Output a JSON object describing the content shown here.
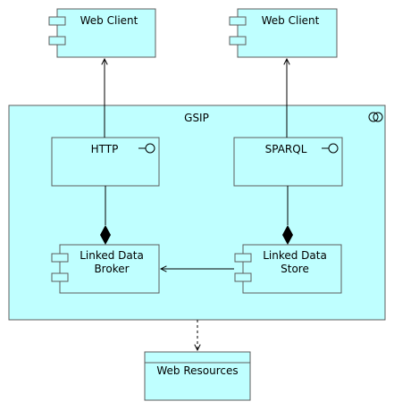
{
  "colors": {
    "fill": "#BFFFFF",
    "stroke": "#5C5C5C",
    "line": "#000000"
  },
  "diagram": {
    "web_client_left": {
      "label": "Web Client"
    },
    "web_client_right": {
      "label": "Web Client"
    },
    "gsip": {
      "label": "GSIP",
      "icon": "collaboration-icon"
    },
    "http": {
      "label": "HTTP",
      "icon": "interface-icon"
    },
    "sparql": {
      "label": "SPARQL",
      "icon": "interface-icon"
    },
    "broker": {
      "label_line1": "Linked Data",
      "label_line2": "Broker"
    },
    "store": {
      "label_line1": "Linked Data",
      "label_line2": "Store"
    },
    "web_resources": {
      "label": "Web Resources"
    }
  }
}
